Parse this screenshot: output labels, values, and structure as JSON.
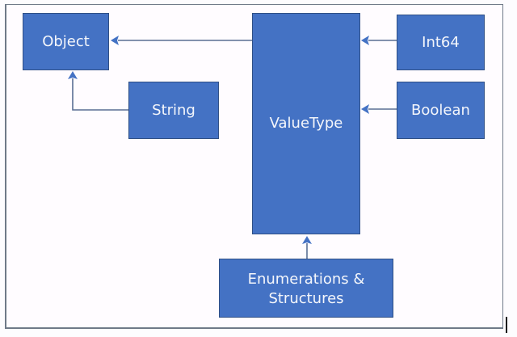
{
  "diagram": {
    "title": "",
    "nodes": [
      {
        "id": "object",
        "label": "Object"
      },
      {
        "id": "string",
        "label": "String"
      },
      {
        "id": "valuetype",
        "label": "ValueType"
      },
      {
        "id": "int64",
        "label": "Int64"
      },
      {
        "id": "boolean",
        "label": "Boolean"
      },
      {
        "id": "enum",
        "label": "Enumerations & Structures"
      }
    ],
    "edges": [
      {
        "from": "valuetype",
        "to": "object",
        "type": "inherits"
      },
      {
        "from": "string",
        "to": "object",
        "type": "inherits"
      },
      {
        "from": "int64",
        "to": "valuetype",
        "type": "inherits"
      },
      {
        "from": "boolean",
        "to": "valuetype",
        "type": "inherits"
      },
      {
        "from": "enum",
        "to": "valuetype",
        "type": "inherits"
      }
    ],
    "colors": {
      "box_fill": "#4472c4",
      "box_text": "#f4f6fb",
      "connector": "#5a6f94",
      "arrowhead": "#4472c4",
      "frame_border": "#6f7a88"
    }
  }
}
